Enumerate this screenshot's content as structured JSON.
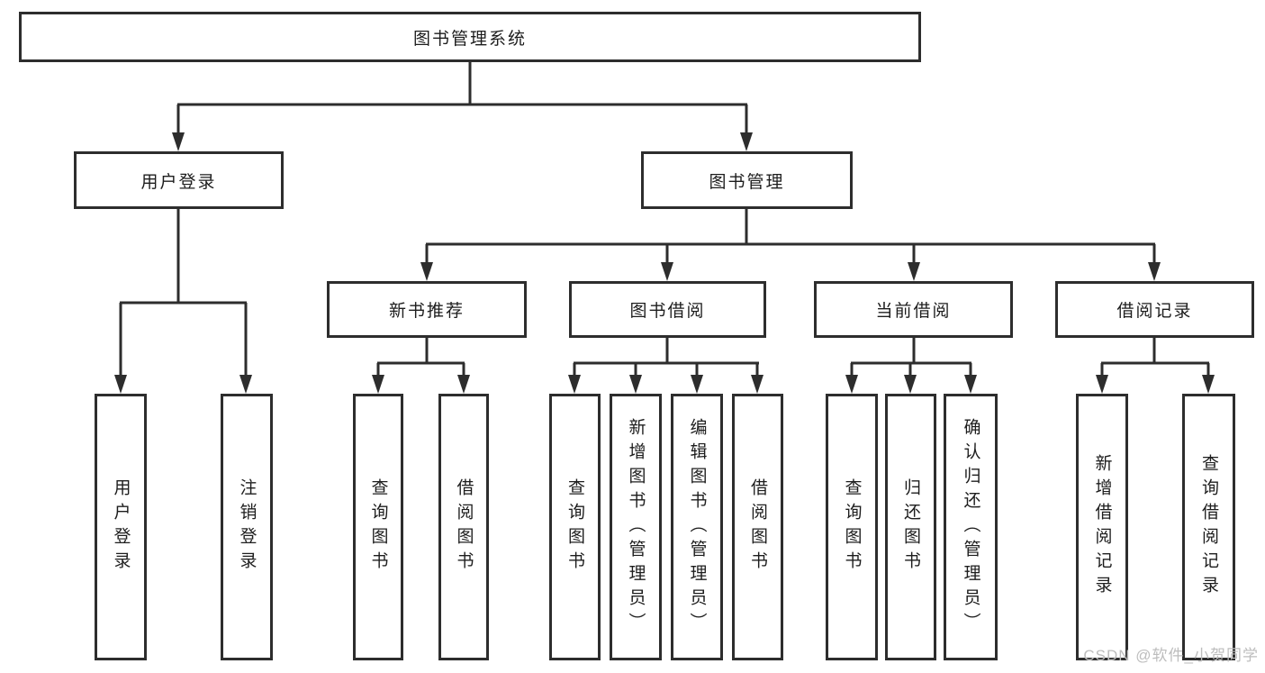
{
  "tree": {
    "root": {
      "label": "图书管理系统",
      "children": [
        {
          "label": "用户登录",
          "children": [
            {
              "label": "用户登录"
            },
            {
              "label": "注销登录"
            }
          ]
        },
        {
          "label": "图书管理",
          "children": [
            {
              "label": "新书推荐",
              "children": [
                {
                  "label": "查询图书"
                },
                {
                  "label": "借阅图书"
                }
              ]
            },
            {
              "label": "图书借阅",
              "children": [
                {
                  "label": "查询图书"
                },
                {
                  "label": "新增图书（管理员）"
                },
                {
                  "label": "编辑图书（管理员）"
                },
                {
                  "label": "借阅图书"
                }
              ]
            },
            {
              "label": "当前借阅",
              "children": [
                {
                  "label": "查询图书"
                },
                {
                  "label": "归还图书"
                },
                {
                  "label": "确认归还（管理员）"
                }
              ]
            },
            {
              "label": "借阅记录",
              "children": [
                {
                  "label": "新增借阅记录"
                },
                {
                  "label": "查询借阅记录"
                }
              ]
            }
          ]
        }
      ]
    }
  },
  "watermark": {
    "text": "CSDN @软件_小贺同学"
  },
  "colors": {
    "line": "#2d2d2d",
    "box_border": "#2d2d2d",
    "text": "#1d1d1d",
    "watermark": "#bdbdbd",
    "background": "#ffffff"
  }
}
